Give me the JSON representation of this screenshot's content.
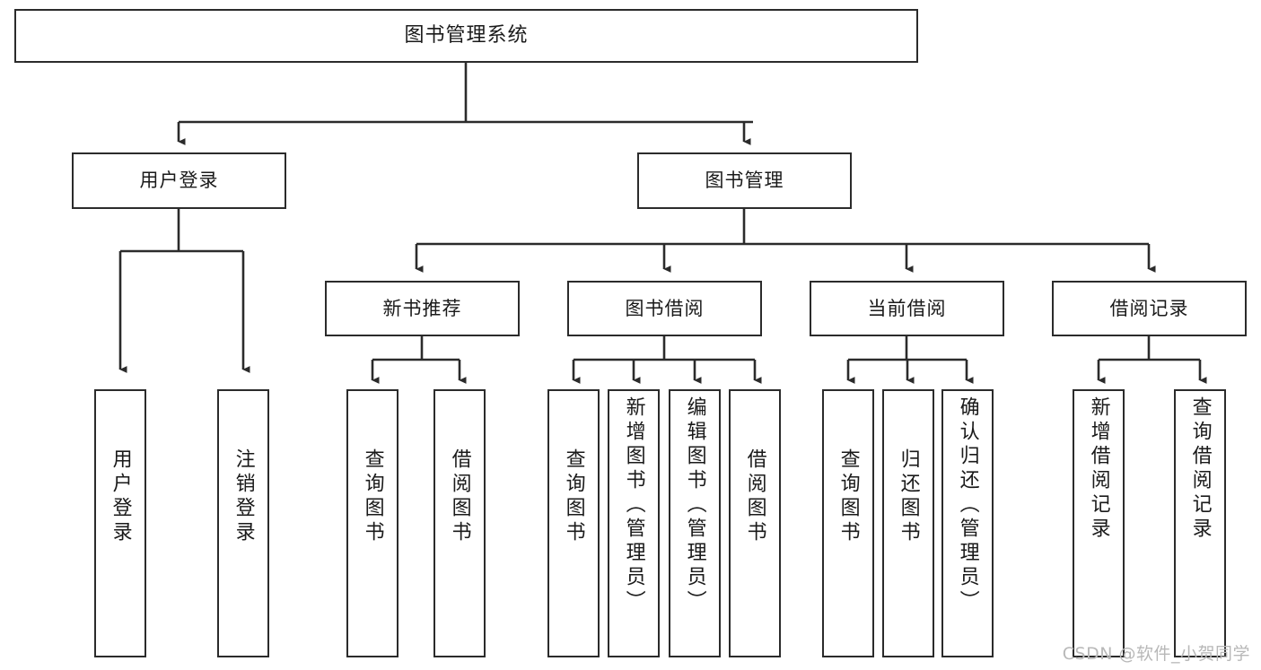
{
  "diagram": {
    "title": "图书管理系统",
    "type": "tree-hierarchy-diagram",
    "orientation": "top-down",
    "stroke_color": "#2b2b2b",
    "fill_color": "#ffffff",
    "text_color": "#1a1a1a"
  },
  "nodes": {
    "root": {
      "label": "图书管理系统",
      "level": 0
    },
    "level1": [
      {
        "id": "user-login",
        "label": "用户登录"
      },
      {
        "id": "book-manage",
        "label": "图书管理"
      }
    ],
    "level2": [
      {
        "id": "new-book-recommend",
        "label": "新书推荐"
      },
      {
        "id": "book-borrow",
        "label": "图书借阅"
      },
      {
        "id": "current-borrow",
        "label": "当前借阅"
      },
      {
        "id": "borrow-record",
        "label": "借阅记录"
      }
    ],
    "leaves": {
      "user-login": [
        {
          "id": "leaf-user-login",
          "label": "用户登录"
        },
        {
          "id": "leaf-logout-login",
          "label": "注销登录"
        }
      ],
      "new-book-recommend": [
        {
          "id": "leaf-query-book-1",
          "label": "查询图书"
        },
        {
          "id": "leaf-borrow-book-1",
          "label": "借阅图书"
        }
      ],
      "book-borrow": [
        {
          "id": "leaf-query-book-2",
          "label": "查询图书"
        },
        {
          "id": "leaf-add-book",
          "label": "新增图书（管理员）"
        },
        {
          "id": "leaf-edit-book",
          "label": "编辑图书（管理员）"
        },
        {
          "id": "leaf-borrow-book-2",
          "label": "借阅图书"
        }
      ],
      "current-borrow": [
        {
          "id": "leaf-query-book-3",
          "label": "查询图书"
        },
        {
          "id": "leaf-return-book",
          "label": "归还图书"
        },
        {
          "id": "leaf-confirm-return",
          "label": "确认归还（管理员）"
        }
      ],
      "borrow-record": [
        {
          "id": "leaf-add-record",
          "label": "新增借阅记录"
        },
        {
          "id": "leaf-query-record",
          "label": "查询借阅记录"
        }
      ]
    }
  },
  "watermark": {
    "text": "CSDN @软件_小贺同学"
  }
}
